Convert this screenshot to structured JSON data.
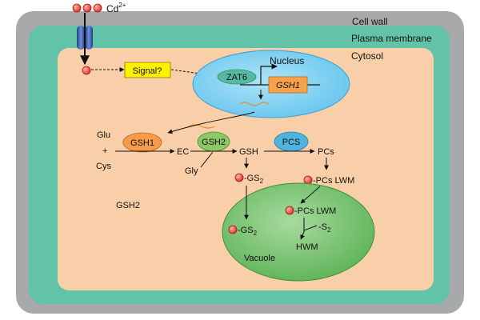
{
  "labels": {
    "ion": "Cd",
    "ion_sup": "2+",
    "cell_wall": "Cell wall",
    "plasma_membrane": "Plasma membrane",
    "cytosol": "Cytosol",
    "nucleus": "Nucleus",
    "signal": "Signal?",
    "zat6": "ZAT6",
    "gsh1_gene": "GSH1",
    "glu": "Glu",
    "plus": "+",
    "cys": "Cys",
    "gsh1_enzyme": "GSH1",
    "ec": "EC",
    "gsh2_enzyme": "GSH2",
    "gly": "Gly",
    "gsh": "GSH",
    "pcs_enzyme": "PCS",
    "pcs_product": "PCs",
    "gs2_prefix": "-GS",
    "gs2_sub": "2",
    "pcs_lwm_cyt": "-PCs LWM",
    "gsh2_standalone": "GSH2",
    "pcs_lwm_vac": "-PCs LWM",
    "s2_prefix": "-S",
    "s2_sub": "2",
    "gs2_vac_prefix": "-GS",
    "gs2_vac_sub": "2",
    "hwm": "HWM",
    "vacuole": "Vacuole"
  },
  "colors": {
    "cell_wall": "#a7a9ab",
    "plasma_membrane": "#63c3a8",
    "cytosol": "#f8cfa8",
    "nucleus": "#7fd0f0",
    "vacuole": "#6bbd63",
    "signal_box": "#fff200",
    "zat6": "#56b9a0",
    "gsh_gene_box": "#f7a14c",
    "gsh1_enzyme": "#f59b4a",
    "gsh2_enzyme": "#8cc866",
    "pcs_enzyme": "#4fb3e0",
    "cd_ion": "#e2352c",
    "mrna": "#f08a24"
  }
}
